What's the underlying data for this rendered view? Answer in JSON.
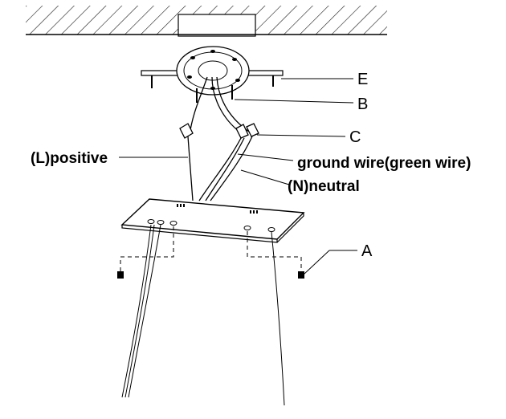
{
  "labels": {
    "E": "E",
    "B": "B",
    "C": "C",
    "A": "A",
    "positive": "(L)positive",
    "ground": "ground wire(green wire)",
    "neutral": "(N)neutral"
  },
  "colors": {
    "line": "#000000",
    "background": "#ffffff"
  }
}
